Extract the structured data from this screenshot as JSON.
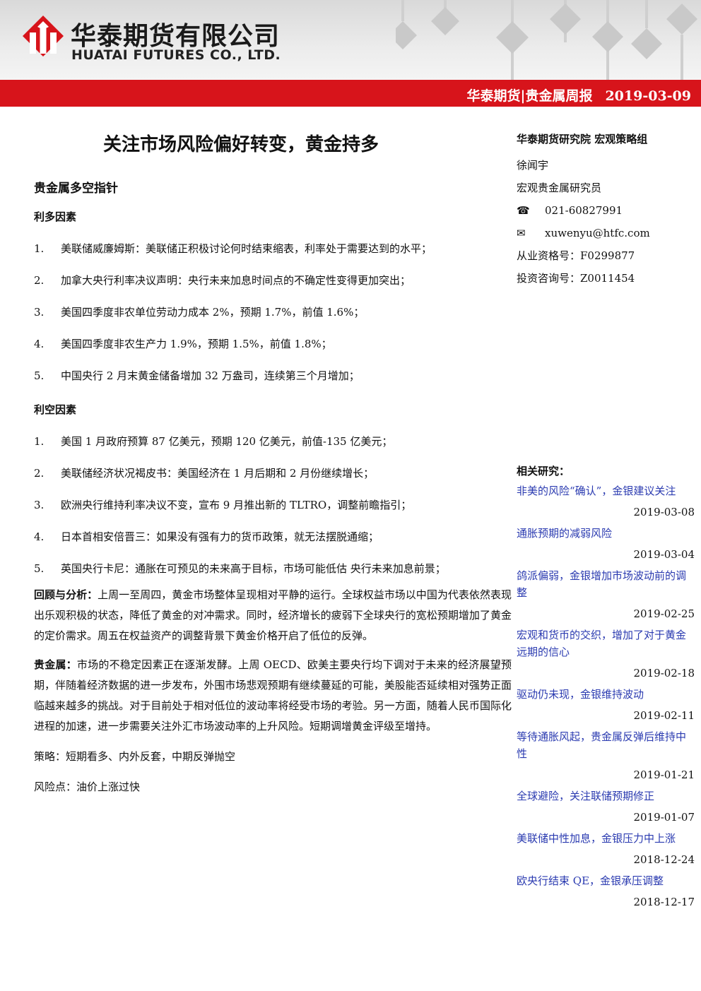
{
  "header": {
    "company_cn": "华泰期货有限公司",
    "company_en": "HUATAI FUTURES CO., LTD.",
    "brand": "华泰期货|贵金属周报",
    "date": "2019-03-09",
    "colors": {
      "red": "#d7141b",
      "header_gray": "#e3e3e3"
    }
  },
  "main": {
    "title": "关注市场风险偏好转变，黄金持多",
    "section_title": "贵金属多空指针",
    "bullish_title": "利多因素",
    "bullish": [
      {
        "num": "1.",
        "text": "美联储威廉姆斯：美联储正积极讨论何时结束缩表，利率处于需要达到的水平；"
      },
      {
        "num": "2.",
        "text": "加拿大央行利率决议声明：央行未来加息时间点的不确定性变得更加突出；"
      },
      {
        "num": "3.",
        "text": "美国四季度非农单位劳动力成本 2%，预期 1.7%，前值 1.6%；"
      },
      {
        "num": "4.",
        "text": "美国四季度非农生产力 1.9%，预期 1.5%，前值 1.8%；"
      },
      {
        "num": "5.",
        "text": "中国央行 2 月末黄金储备增加 32 万盎司，连续第三个月增加；"
      }
    ],
    "bearish_title": "利空因素",
    "bearish": [
      {
        "num": "1.",
        "text": "美国 1 月政府预算 87 亿美元，预期 120 亿美元，前值-135 亿美元；"
      },
      {
        "num": "2.",
        "text": "美联储经济状况褐皮书：美国经济在 1 月后期和 2 月份继续增长；"
      },
      {
        "num": "3.",
        "text": "欧洲央行维持利率决议不变，宣布 9 月推出新的 TLTRO，调整前瞻指引；"
      },
      {
        "num": "4.",
        "text": "日本首相安倍晋三：如果没有强有力的货币政策，就无法摆脱通缩；"
      },
      {
        "num": "5.",
        "text": "英国央行卡尼：通胀在可预见的未来高于目标，市场可能低估 央行未来加息前景；"
      }
    ],
    "review_label": "回顾与分析：",
    "review_text": "上周一至周四，黄金市场整体呈现相对平静的运行。全球权益市场以中国为代表依然表现出乐观积极的状态，降低了黄金的对冲需求。同时，经济增长的疲弱下全球央行的宽松预期增加了黄金的定价需求。周五在权益资产的调整背景下黄金价格开启了低位的反弹。",
    "metal_label": "贵金属：",
    "metal_text": "市场的不稳定因素正在逐渐发酵。上周 OECD、欧美主要央行均下调对于未来的经济展望预期，伴随着经济数据的进一步发布，外围市场悲观预期有继续蔓延的可能，美股能否延续相对强势正面临越来越多的挑战。对于目前处于相对低位的波动率将经受市场的考验。另一方面，随着人民币国际化进程的加速，进一步需要关注外汇市场波动率的上升风险。短期调增黄金评级至增持。",
    "strategy": "策略：短期看多、内外反套，中期反弹抛空",
    "risk": "风险点：油价上涨过快"
  },
  "sidebar": {
    "org": "华泰期货研究院 宏观策略组",
    "analyst": "徐闻宇",
    "role": "宏观贵金属研究员",
    "phone": "021-60827991",
    "email": "xuwenyu@htfc.com",
    "license": "从业资格号：F0299877",
    "consult": "投资咨询号：Z0011454",
    "related_title": "相关研究：",
    "related": [
      {
        "title": "非美的风险“确认”，金银建议关注",
        "date": "2019-03-08"
      },
      {
        "title": "通胀预期的减弱风险",
        "date": "2019-03-04"
      },
      {
        "title": "鸽派偏弱，金银增加市场波动前的调整",
        "date": "2019-02-25"
      },
      {
        "title": "宏观和货币的交织，增加了对于黄金远期的信心",
        "date": "2019-02-18"
      },
      {
        "title": "驱动仍未现，金银维持波动",
        "date": "2019-02-11"
      },
      {
        "title": "等待通胀风起，贵金属反弹后维持中性",
        "date": "2019-01-21"
      },
      {
        "title": "全球避险，关注联储预期修正",
        "date": "2019-01-07"
      },
      {
        "title": "美联储中性加息，金银压力中上涨",
        "date": "2018-12-24"
      },
      {
        "title": "欧央行结束 QE，金银承压调整",
        "date": "2018-12-17"
      }
    ]
  }
}
